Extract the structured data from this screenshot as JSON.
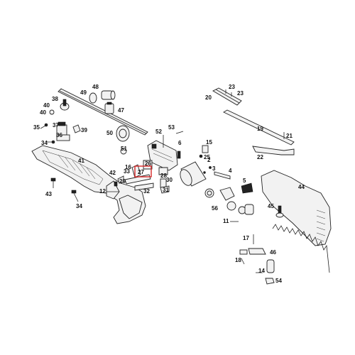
{
  "colors": {
    "highlight": "#d62828",
    "ink": "#222222"
  },
  "labels": {
    "p2": "2",
    "p3": "3",
    "p4": "4",
    "p5": "5",
    "p6": "6",
    "p11": "11",
    "p12": "12",
    "p14": "14",
    "p15": "15",
    "p16": "16",
    "p17": "17",
    "p18": "18",
    "p19": "19",
    "p20": "20",
    "p21": "21",
    "p22": "22",
    "p23a": "23",
    "p23b": "23",
    "p25": "25",
    "p26": "26",
    "p27": "27",
    "p28": "28",
    "p29": "29",
    "p30": "30",
    "p31": "31",
    "p32": "32",
    "p33": "33",
    "p34a": "34",
    "p34b": "34",
    "p35": "35",
    "p36": "36",
    "p37": "37",
    "p38": "38",
    "p39": "39",
    "p40a": "40",
    "p40b": "40",
    "p41": "41",
    "p42": "42",
    "p43": "43",
    "p44": "44",
    "p45": "45",
    "p46": "46",
    "p47": "47",
    "p48": "48",
    "p49": "49",
    "p50": "50",
    "p51": "51",
    "p52": "52",
    "p53": "53",
    "p54": "54",
    "p56": "56"
  }
}
